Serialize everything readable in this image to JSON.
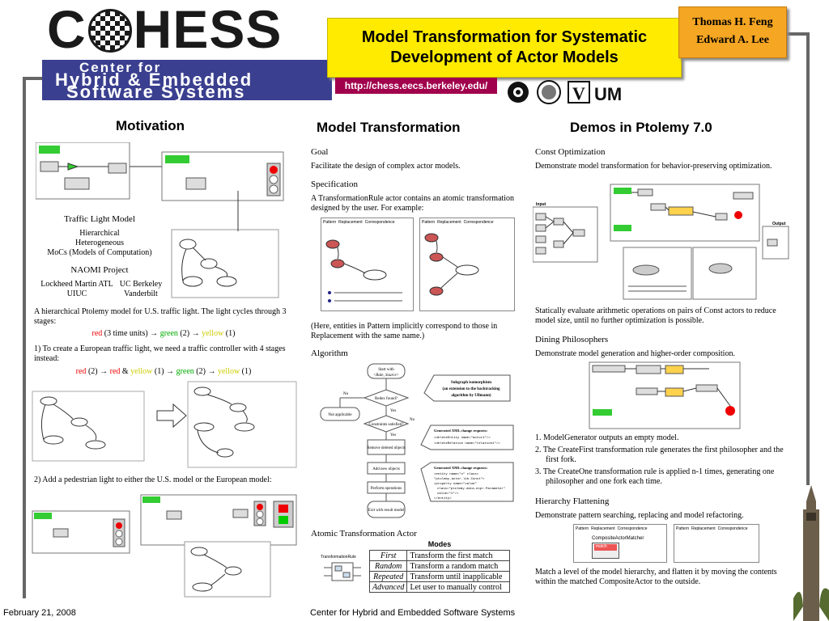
{
  "header": {
    "logo_word": "CHESS",
    "center_line1": "Center for",
    "center_line2": "Hybrid & Embedded",
    "center_line3": "Software Systems",
    "title_line1": "Model Transformation for Systematic",
    "title_line2": "Development of Actor Models",
    "author1": "Thomas H. Feng",
    "author2": "Edward A. Lee",
    "url": "http://chess.eecs.berkeley.edu/",
    "logo_um": "UM",
    "logo_v": "V"
  },
  "motivation": {
    "heading": "Motivation",
    "model_title": "Traffic Light Model",
    "model_l1": "Hierarchical",
    "model_l2": "Heterogeneous",
    "model_l3": "MoCs (Models of Computation)",
    "naomi_title": "NAOMI Project",
    "naomi_a1": "Lockheed Martin ATL",
    "naomi_a2": "UC Berkeley",
    "naomi_b1": "UIUC",
    "naomi_b2": "Vanderbilt",
    "desc": "A hierarchical Ptolemy model for U.S. traffic light. The light cycles through 3 stages:",
    "cycle_red": "red",
    "cycle_red_t": "(3 time units) →",
    "cycle_green": "green",
    "cycle_green_t": "(2) →",
    "cycle_yellow": "yellow",
    "cycle_yellow_t": "(1)",
    "item1": "1)  To create a European traffic light, we need a traffic controller with 4 stages instead:",
    "c2_red1": "red",
    "c2_t1": "(2) →",
    "c2_red2": "red",
    "c2_amp": "&",
    "c2_yellow1": "yellow",
    "c2_t2": "(1) →",
    "c2_green": "green",
    "c2_t3": "(2) →",
    "c2_yellow2": "yellow",
    "c2_t4": "(1)",
    "item2": "2)  Add a pedestrian light to either the U.S. model or the European model:"
  },
  "transformation": {
    "heading": "Model Transformation",
    "goal_h": "Goal",
    "goal_t": "Facilitate the design of complex actor models.",
    "spec_h": "Specification",
    "spec_t": "A TransformationRule actor contains an atomic transformation designed by the user. For example:",
    "spec_note": "(Here, entities in Pattern implicitly correspond to those in Replacement with the same name.)",
    "algo_h": "Algorithm",
    "atomic_h": "Atomic Transformation Actor",
    "tab_pattern": "Pattern",
    "tab_replacement": "Replacement",
    "tab_correspondence": "Correspondence",
    "flow": {
      "start": "Start with",
      "start2": "<Rule, Source>",
      "redex": "Redex found?",
      "no": "No",
      "yes": "Yes",
      "not_applicable": "Not applicable",
      "constraints": "Constraints satisfied?",
      "remove": "Remove deleted objects",
      "add": "Add new objects",
      "perform": "Perform operations",
      "exit": "Exit with result model",
      "subgraph1": "Subgraph isomorphism",
      "subgraph2": "(an extension to the backtracking",
      "subgraph3": "algorithm by Ullmann)",
      "xml1": "Generated XML change requests:",
      "xml1_code1": "<deleteEntity name=\"actor1\"/>",
      "xml1_code2": "<deleteRelation name=\"relation1\"/>",
      "xml2": "Generated XML change requests:",
      "xml2_code1": "<entity name=\"c\" class=",
      "xml2_code2": "\"ptolemy.actor.lib.Const\">",
      "xml2_code3": "<property name=\"value\"",
      "xml2_code4": "class=\"ptolemy.data.expr.Parameter\"",
      "xml2_code5": "value=\"1\"/>",
      "xml2_code6": "</entity>"
    },
    "modes_title": "Modes",
    "actor_label": "TransformationRule",
    "modes": [
      {
        "k": "First",
        "v": "Transform the first match"
      },
      {
        "k": "Random",
        "v": "Transform a random match"
      },
      {
        "k": "Repeated",
        "v": "Transform until inapplicable"
      },
      {
        "k": "Advanced",
        "v": "Let user to manually control"
      }
    ]
  },
  "demos": {
    "heading": "Demos in Ptolemy 7.0",
    "const_h": "Const Optimization",
    "const_t": "Demonstrate model transformation for behavior-preserving optimization.",
    "input_label": "Input",
    "output_label": "Output",
    "const_note": "Statically evaluate arithmetic operations on pairs of Const actors to reduce model size, until no further optimization is possible.",
    "din_h": "Dining Philosophers",
    "din_t": "Demonstrate model generation and higher-order composition.",
    "din_list": [
      "1.  ModelGenerator outputs an empty model.",
      "2.  The CreateFirst transformation rule generates the first philosopher and the first fork.",
      "3.  The CreateOne transformation rule is applied n-1 times, generating one philosopher and one fork each time."
    ],
    "hier_h": "Hierarchy Flattening",
    "hier_t": "Demonstrate pattern searching, replacing and model refactoring.",
    "hier_matcher": "CompositeActorMatcher",
    "hier_match": "match",
    "hier_note": "Match a level of the model hierarchy, and flatten it by moving the contents within the matched CompositeActor to the outside."
  },
  "footer": {
    "date": "February 21, 2008",
    "center": "Center for Hybrid and Embedded Software Systems"
  }
}
